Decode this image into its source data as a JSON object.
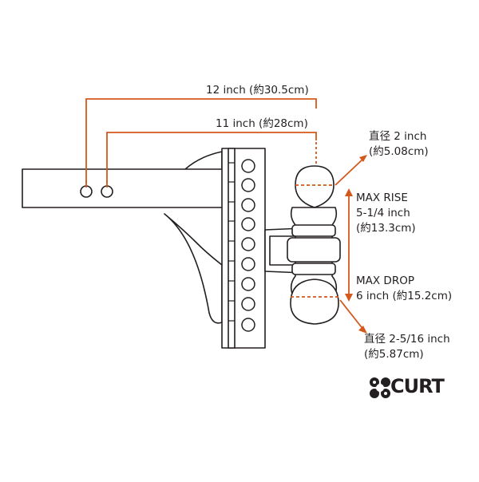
{
  "dimensions": {
    "length_12": "12 inch (約30.5cm)",
    "length_11": "11 inch (約28cm)"
  },
  "ball_top": {
    "line1": "直径 2 inch",
    "line2": "(約5.08cm)"
  },
  "max_rise": {
    "line1": "MAX RISE",
    "line2": "5-1/4 inch",
    "line3": "(約13.3cm)"
  },
  "max_drop": {
    "line1": "MAX DROP",
    "line2": "6 inch (約15.2cm)"
  },
  "ball_bottom": {
    "line1": "直径 2-5/16 inch",
    "line2": "(約5.87cm)"
  },
  "brand": {
    "name": "CURT"
  },
  "colors": {
    "accent": "#d4581c",
    "line": "#231f20",
    "fill": "#ffffff"
  }
}
